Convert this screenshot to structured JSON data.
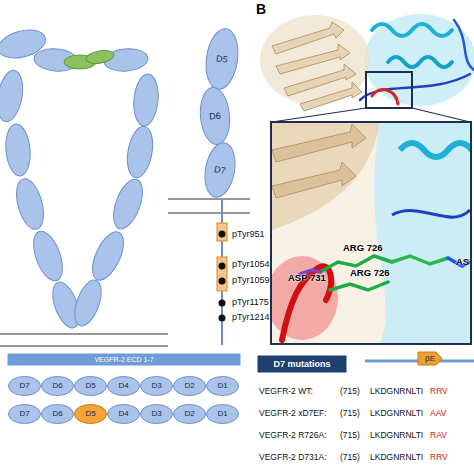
{
  "diagram": {
    "nodes": [
      {
        "text": [
          "D5"
        ]
      },
      {
        "text": [
          "D6"
        ]
      },
      {
        "text": [
          "D7"
        ]
      },
      {
        "text": [
          "VEGFR-2 ECD 1-7"
        ]
      },
      {
        "text": [
          "D7"
        ]
      },
      {
        "text": [
          "D6"
        ]
      },
      {
        "text": [
          "D5"
        ]
      },
      {
        "text": [
          "D4"
        ]
      },
      {
        "text": [
          "D3"
        ]
      },
      {
        "text": [
          "D2"
        ]
      },
      {
        "text": [
          "D1"
        ]
      },
      {
        "text": [
          "D7"
        ]
      },
      {
        "text": [
          "D6"
        ]
      },
      {
        "text": [
          "D5"
        ]
      },
      {
        "text": [
          "D4"
        ]
      },
      {
        "text": [
          "D3"
        ]
      },
      {
        "text": [
          "D2"
        ]
      },
      {
        "text": [
          "D1"
        ]
      },
      {
        "text": [
          "D7 mutations"
        ]
      },
      {
        "text": [
          "βE"
        ]
      }
    ],
    "labels": [
      "B",
      "pTyr951",
      "pTyr1054",
      "pTyr1059",
      "pTyr1175",
      "pTyr1214",
      "ASP 731",
      "ARG 726",
      "ARG 726",
      "AS",
      "VEGFR-2 WT:",
      "(715)",
      "LKDGNRNLTI",
      "RRV",
      "VEGFR-2 xD7EF:",
      "(715)",
      "LKDGNRNLTI",
      "AAV",
      "VEGFR-2 R726A:",
      "(715)",
      "LKDGNRNLTI",
      "RAV",
      "VEGFR-2 D731A:",
      "(715)",
      "LKDGNRNLTI",
      "RRV"
    ]
  }
}
